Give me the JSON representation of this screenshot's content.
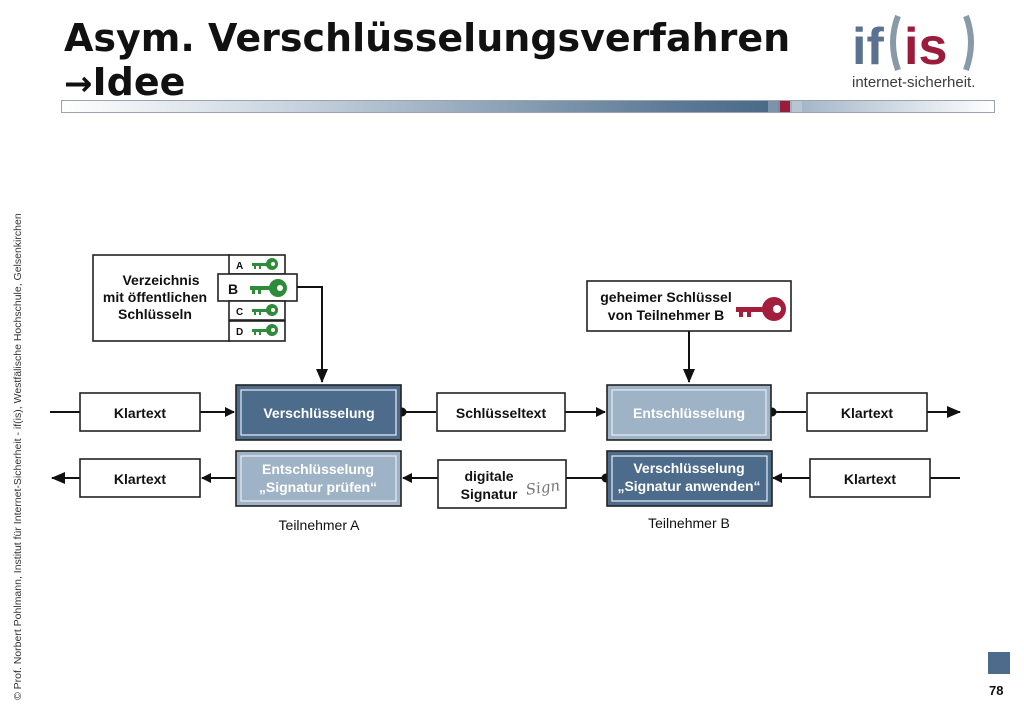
{
  "slide": {
    "title_line1": "Asym. Verschlüsselungsverfahren",
    "title_arrow": "→",
    "title_line2": "Idee",
    "page_number": "78",
    "copyright": "© Prof.  Norbert Pohlmann, Institut für Internet-Sicherheit - if(is), Westfälische Hochschule, Gelsenkirchen"
  },
  "logo": {
    "part_if": "if",
    "part_is": "is",
    "tagline": "internet-sicherheit.",
    "colors": {
      "if": "#5a7290",
      "is": "#9b1b3a",
      "bracket": "#8899aa"
    }
  },
  "diagram": {
    "directory": {
      "label_line1": "Verzeichnis",
      "label_line2": "mit öffentlichen",
      "label_line3": "Schlüsseln",
      "keys": [
        "A",
        "B",
        "C",
        "D"
      ],
      "key_icon": "green-key-icon",
      "key_color": "#2e8b3a"
    },
    "secret_key": {
      "label_line1": "geheimer Schlüssel",
      "label_line2": "von Teilnehmer B",
      "key_icon": "red-key-icon",
      "key_color": "#a31e3c"
    },
    "row1": {
      "left_text": "Klartext",
      "process_a": "Verschlüsselung",
      "middle": "Schlüsseltext",
      "process_b": "Entschlüsselung",
      "right_text": "Klartext"
    },
    "row2": {
      "left_text": "Klartext",
      "process_a_line1": "Entschlüsselung",
      "process_a_line2": "„Signatur prüfen“",
      "middle_line1": "digitale",
      "middle_line2": "Signatur",
      "sign_mark": "Sign",
      "process_b_line1": "Verschlüsselung",
      "process_b_line2": "„Signatur anwenden“",
      "right_text": "Klartext"
    },
    "participant_a": "Teilnehmer A",
    "participant_b": "Teilnehmer B",
    "colors": {
      "process_dark": "#4d6b8a",
      "process_light": "#9fb3c6"
    }
  }
}
